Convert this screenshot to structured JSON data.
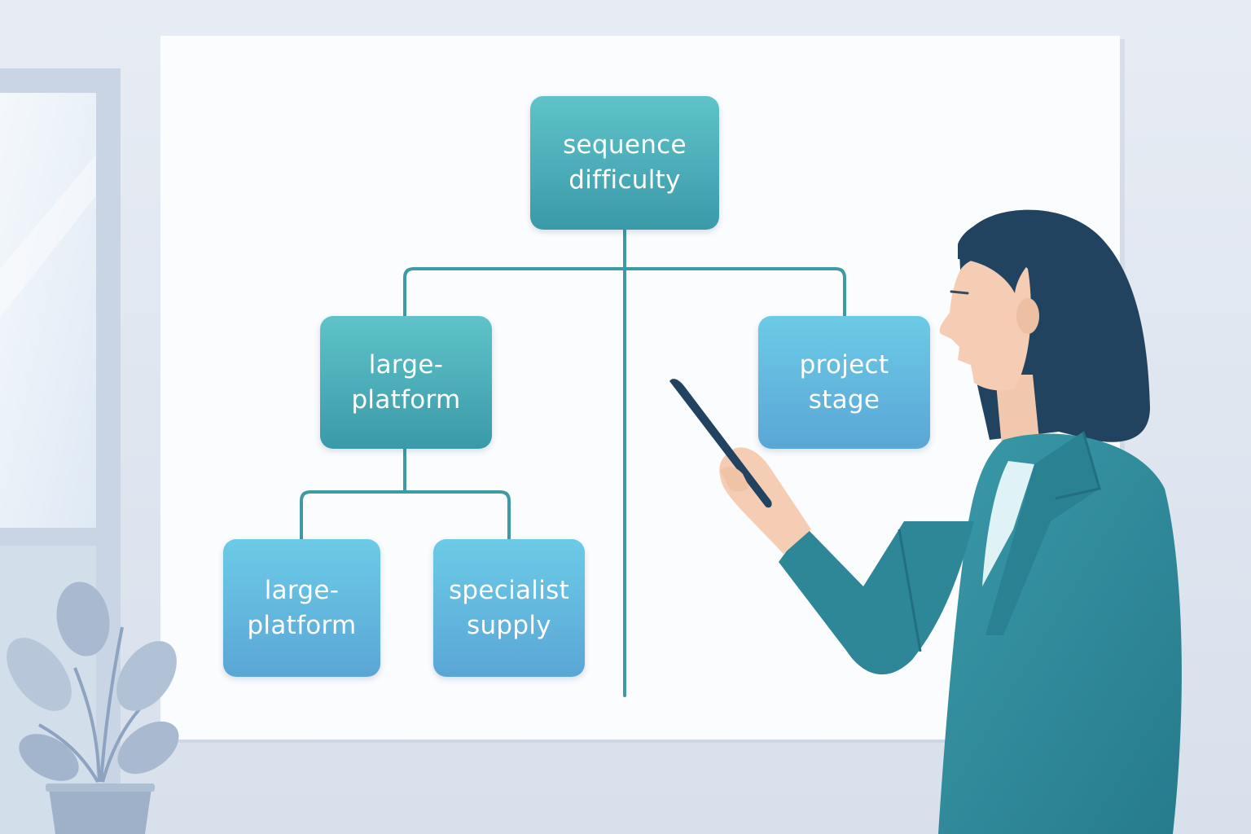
{
  "diagram": {
    "type": "hierarchy-tree",
    "nodes": [
      {
        "id": "root",
        "label": "sequence\ndifficulty",
        "parent": null,
        "color": "#4fb2bb"
      },
      {
        "id": "left",
        "label": "large-\nplatform",
        "parent": "root",
        "color": "#4fb2bb"
      },
      {
        "id": "right",
        "label": "project\nstage",
        "parent": "root",
        "color": "#5bb7e0"
      },
      {
        "id": "left-left",
        "label": "large-\nplatform",
        "parent": "left",
        "color": "#66bde3"
      },
      {
        "id": "left-right",
        "label": "specialist\nsupply",
        "parent": "left",
        "color": "#66bde3"
      }
    ]
  },
  "colors": {
    "connector": "#3e9aa4",
    "board": "#fbfcfe",
    "wall": "#dfe6f0",
    "jacket": "#2f8a9a",
    "hair": "#22435f"
  },
  "scene": {
    "elements": [
      "window",
      "potted-plant",
      "presenter-woman",
      "stylus"
    ]
  }
}
